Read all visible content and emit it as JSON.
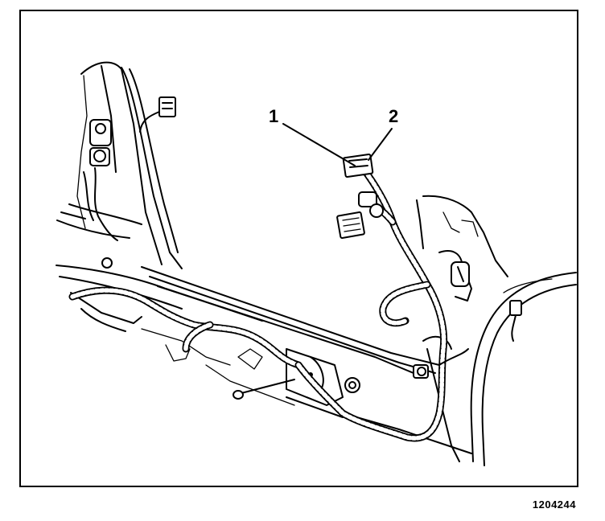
{
  "callouts": [
    {
      "label": "1"
    },
    {
      "label": "2"
    }
  ],
  "figure_id": "1204244",
  "colors": {
    "ink": "#000000",
    "paper": "#ffffff"
  }
}
